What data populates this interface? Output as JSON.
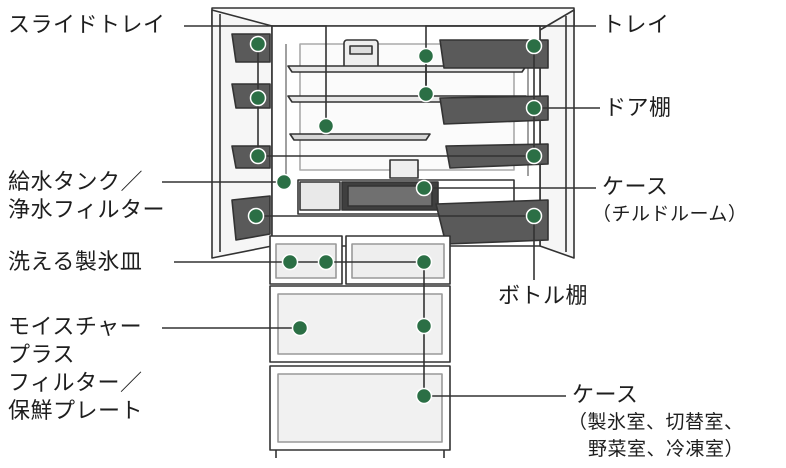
{
  "labels": {
    "slide_tray": "スライドトレイ",
    "tray": "トレイ",
    "door_shelf": "ドア棚",
    "water_tank_line1": "給水タンク／",
    "water_tank_line2": "浄水フィルター",
    "case_chilled": "ケース",
    "case_chilled_sub": "（チルドルーム）",
    "ice_tray": "洗える製氷皿",
    "bottle_shelf": "ボトル棚",
    "moisture_line1": "モイスチャー",
    "moisture_line2": "プラス",
    "moisture_line3": "フィルター／",
    "moisture_line4": "保鮮プレート",
    "case_lower": "ケース",
    "case_lower_sub1": "（製氷室、切替室、",
    "case_lower_sub2": "野菜室、冷凍室）"
  },
  "colors": {
    "dot": "#2b6f45",
    "line": "#333333",
    "text": "#1e1e1e"
  }
}
